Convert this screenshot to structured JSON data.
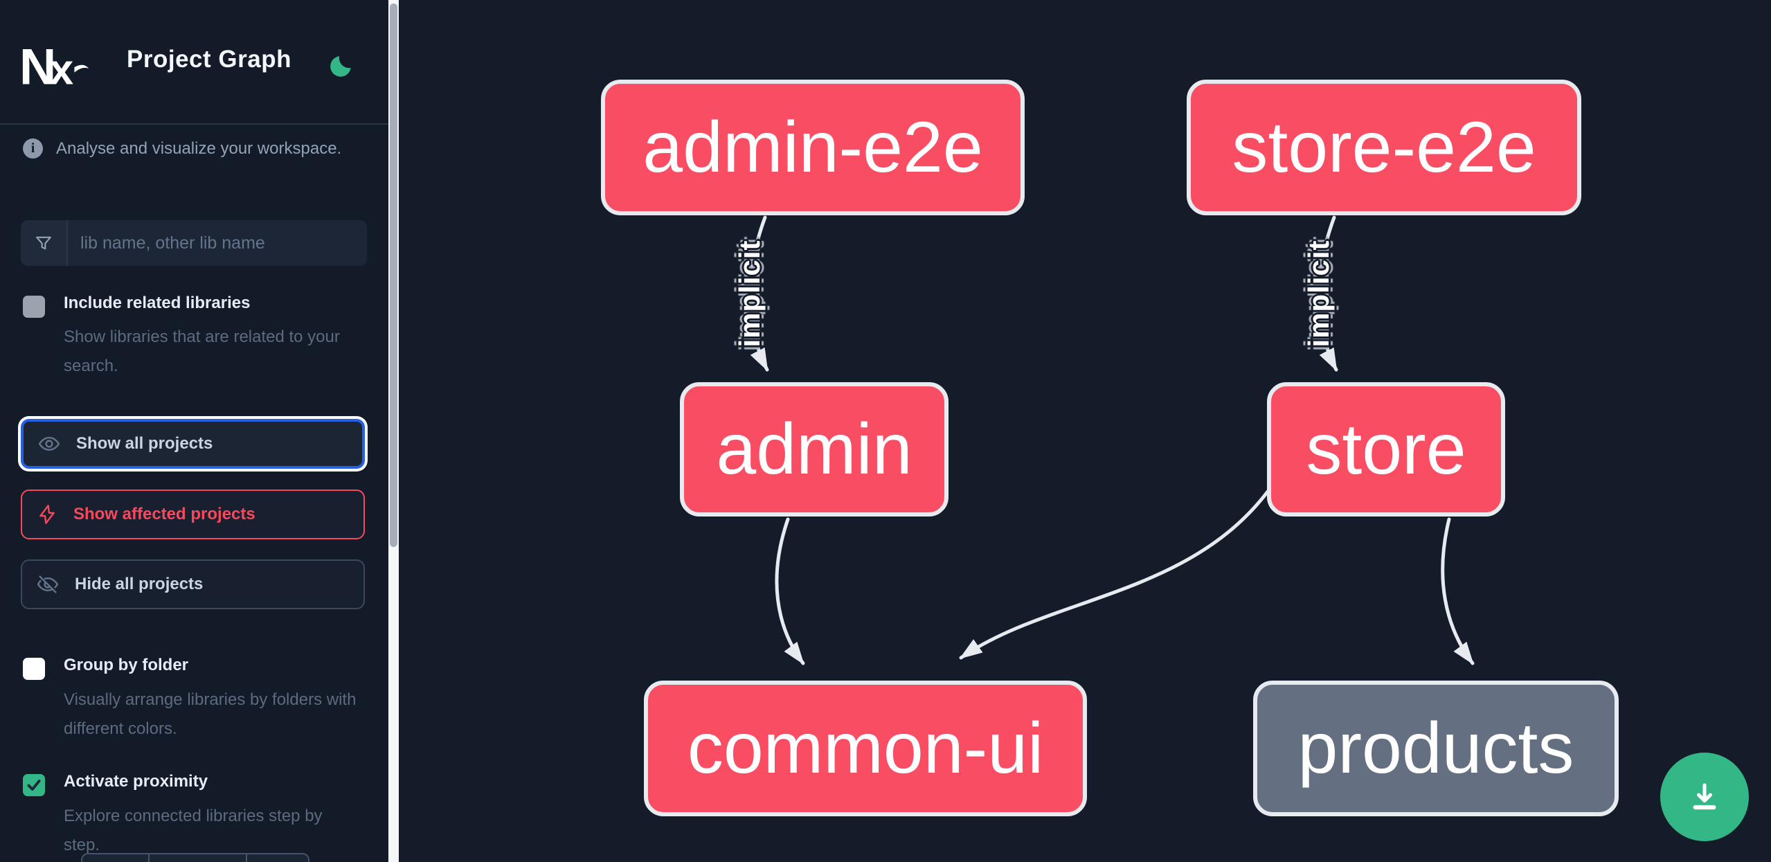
{
  "header": {
    "logo_text": "Nx",
    "title": "Project Graph",
    "theme_icon": "moon-icon"
  },
  "sidebar": {
    "tagline": "Analyse and visualize your workspace.",
    "search": {
      "placeholder": "lib name, other lib name",
      "value": "",
      "icon": "funnel-filter-icon"
    },
    "include_related": {
      "label": "Include related libraries",
      "description": "Show libraries that are related to your search.",
      "checked": false
    },
    "buttons": {
      "show_all": {
        "label": "Show all projects",
        "icon": "eye-icon",
        "selected": true
      },
      "show_affected": {
        "label": "Show affected projects",
        "icon": "bolt-icon",
        "selected": false
      },
      "hide_all": {
        "label": "Hide all projects",
        "icon": "eye-off-icon",
        "selected": false
      }
    },
    "group_by_folder": {
      "label": "Group by folder",
      "description": "Visually arrange libraries by folders with different colors.",
      "checked": false
    },
    "activate_proximity": {
      "label": "Activate proximity",
      "description": "Explore connected libraries step by step.",
      "checked": true
    }
  },
  "graph": {
    "nodes": [
      {
        "label": "admin-e2e",
        "status": "affected"
      },
      {
        "label": "store-e2e",
        "status": "affected"
      },
      {
        "label": "admin",
        "status": "affected"
      },
      {
        "label": "store",
        "status": "affected"
      },
      {
        "label": "common-ui",
        "status": "affected"
      },
      {
        "label": "products",
        "status": "unaffected"
      }
    ],
    "edges": [
      {
        "from": "admin-e2e",
        "to": "admin",
        "label": "implicit"
      },
      {
        "from": "store-e2e",
        "to": "store",
        "label": "implicit"
      },
      {
        "from": "admin",
        "to": "common-ui",
        "label": ""
      },
      {
        "from": "store",
        "to": "common-ui",
        "label": ""
      },
      {
        "from": "store",
        "to": "products",
        "label": ""
      }
    ]
  },
  "controls": {
    "download_icon": "download-icon"
  },
  "colors": {
    "background": "#141b29",
    "affected_pink": "#f94d63",
    "unaffected_gray": "#646f82",
    "node_border": "#e7eaee",
    "edge_gray": "#e7eaee",
    "accent_green": "#34b786",
    "focus_blue": "#2760e5",
    "danger_red": "#f8485e"
  }
}
